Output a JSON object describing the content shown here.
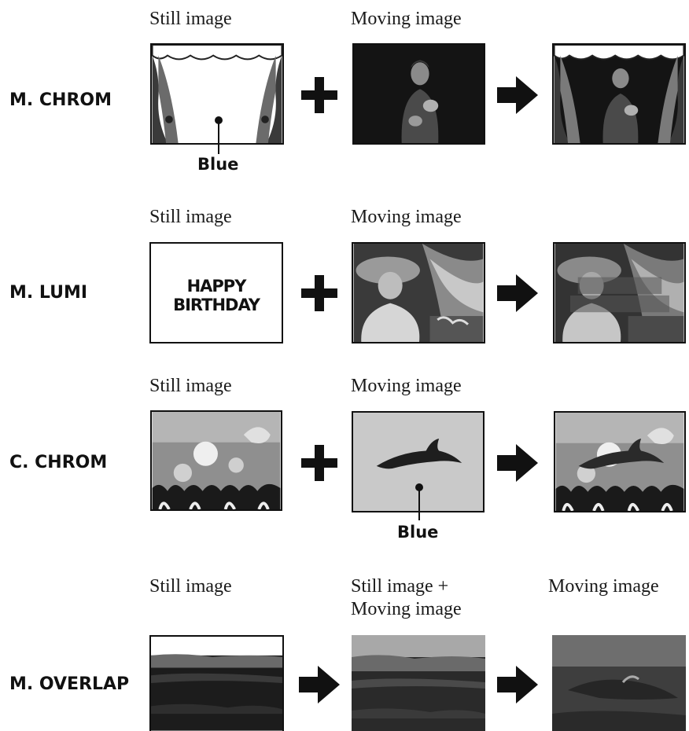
{
  "captions": {
    "still_image": "Still image",
    "moving_image": "Moving image",
    "still_plus_moving_line1": "Still image +",
    "still_plus_moving_line2": "Moving image"
  },
  "rows": [
    {
      "mode": "M. CHROM",
      "pointer_label": "Blue"
    },
    {
      "mode": "M. LUMI",
      "still_text_line1": "HAPPY",
      "still_text_line2": "BIRTHDAY"
    },
    {
      "mode": "C. CHROM",
      "pointer_label": "Blue"
    },
    {
      "mode": "M. OVERLAP"
    }
  ],
  "icons": {
    "plus": "plus-icon",
    "arrow": "right-arrow-icon"
  },
  "colors": {
    "ink": "#111111"
  }
}
